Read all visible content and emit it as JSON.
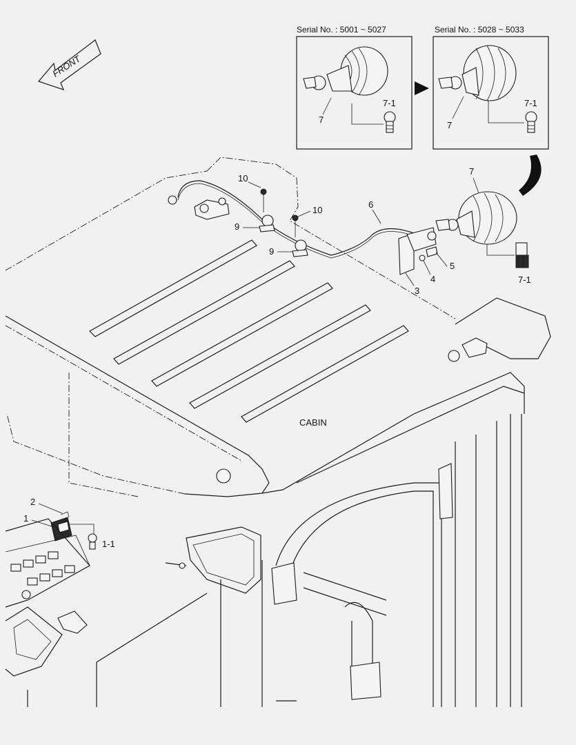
{
  "front_arrow": {
    "text": "FRONT"
  },
  "insets": [
    {
      "title": "Serial No. : 5001 ~ 5027",
      "part_label": "7",
      "bulb_label": "7-1"
    },
    {
      "title": "Serial No. : 5028 ~ 5033",
      "part_label": "7",
      "bulb_label": "7-1"
    }
  ],
  "cabin_label": "CABIN",
  "callouts": {
    "c1": "1",
    "c1_1": "1-1",
    "c2": "2",
    "c3": "3",
    "c4": "4",
    "c5": "5",
    "c6": "6",
    "c7": "7",
    "c7_1": "7-1",
    "c9a": "9",
    "c9b": "9",
    "c10a": "10",
    "c10b": "10"
  },
  "colors": {
    "background": "#f1f1f1",
    "line": "#1a1a1a"
  }
}
